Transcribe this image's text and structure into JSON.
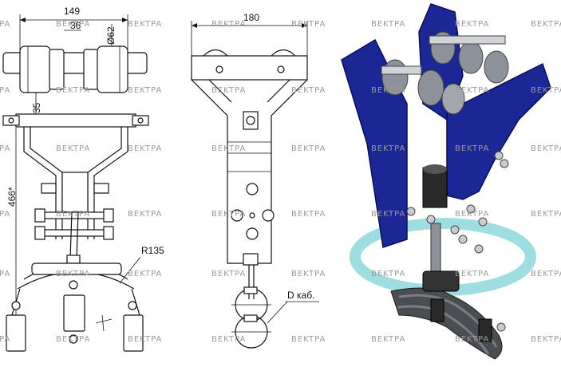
{
  "dimensions": {
    "width_149": "149",
    "dia_62": "Ø62",
    "height_35": "35",
    "height_466": "466*",
    "radius": "R135",
    "width_180": "180",
    "cable_label": "D каб."
  },
  "watermark": "BEKTPA",
  "colors": {
    "frame_blue": "#1c2796",
    "roller_grey": "#8d9199",
    "ring_cyan": "#7fd3d6",
    "line": "#111111"
  }
}
